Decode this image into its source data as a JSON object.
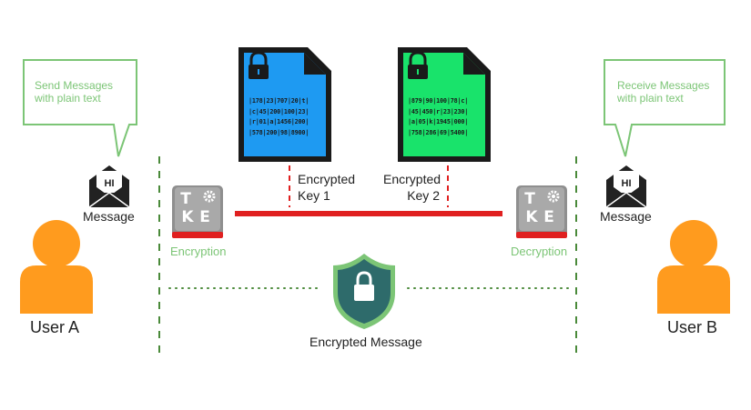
{
  "sender": {
    "bubble_text": "Send Messages with plain text",
    "envelope_text": "HI",
    "envelope_label": "Message",
    "user_label": "User A",
    "key_letters": [
      "T",
      "K",
      "E"
    ],
    "key_label": "Encryption"
  },
  "receiver": {
    "bubble_text": "Receive Messages with plain text",
    "envelope_text": "HI",
    "envelope_label": "Message",
    "user_label": "User B",
    "key_letters": [
      "T",
      "K",
      "E"
    ],
    "key_label": "Decryption"
  },
  "key1": {
    "label_line1": "Encrypted",
    "label_line2": "Key 1",
    "color": "#1e9af2",
    "lines": [
      "|178|23|707|20|t|",
      "|c|45|200|100|23|",
      "|r|01|a|1456|200|",
      "|578|200|98|8900|"
    ]
  },
  "key2": {
    "label_line1": "Encrypted",
    "label_line2": "Key 2",
    "color": "#19e36b",
    "lines": [
      "|879|90|100|78|c|",
      "|45|450|r|23|230|",
      "|a|05|k|1945|000|",
      "|758|286|69|5400|"
    ]
  },
  "shield": {
    "label": "Encrypted Message"
  },
  "colors": {
    "accent_green": "#7cc576",
    "user_orange": "#ff9b1e",
    "line_red": "#e02020",
    "dash_green": "#4a8a3a",
    "shield_teal": "#2e6b6b",
    "key_gray": "#a6a6a6"
  }
}
